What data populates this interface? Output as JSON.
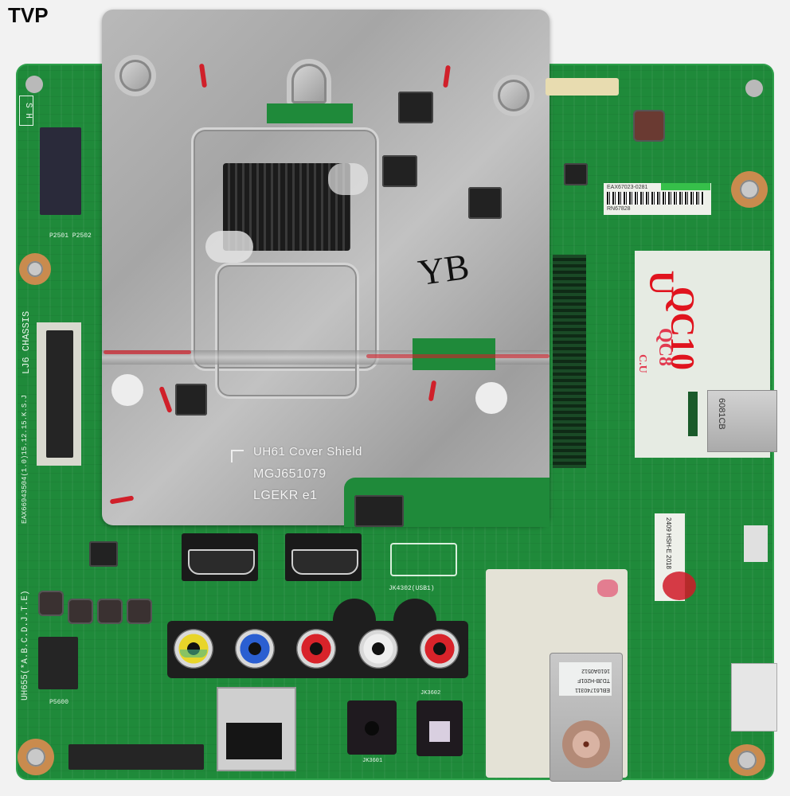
{
  "watermark": "TVP",
  "board": {
    "color": "#1f8a3a",
    "chassis_label": "LJ6 CHASSIS",
    "pcb_label": "EAX66943504(1.0)15.12.15.K.S.J",
    "model_label": "UH655(*A.B.C.D.J.T.E)",
    "silk_sh": "S H",
    "connector_top_left_label": "P2501 P2502",
    "connector_bottom_left_label": "P5600",
    "usb_label": "JK4302(USB1)",
    "optical_labels": [
      "JK3601",
      "JK3602"
    ]
  },
  "shield": {
    "line1": "UH61 Cover Shield",
    "line2": "MGJ651079",
    "line3": "LGEKR e1",
    "marker_text": "YB"
  },
  "stickers": {
    "top_barcode_text": "EAX67023-0281",
    "top_barcode_sub": "RN67828",
    "side_label": "2409 HSH-E 2018"
  },
  "handwriting": {
    "mark_u": "U",
    "mark_qc10": "QC10",
    "mark_qc8": "QC8",
    "mark_cu": "C.U"
  },
  "usb": {
    "port_text": "6081CB"
  },
  "tuner": {
    "line1": "EBL61740311",
    "line2": "TDJB-H201F",
    "line3": "1610A0512"
  },
  "rca_jacks": [
    {
      "name": "composite-video",
      "color": "#e8d52a"
    },
    {
      "name": "component-pb",
      "color": "#2b5fd1"
    },
    {
      "name": "component-pr",
      "color": "#d8232a"
    },
    {
      "name": "audio-left",
      "color": "#eeeeee"
    },
    {
      "name": "audio-right",
      "color": "#d8232a"
    }
  ]
}
